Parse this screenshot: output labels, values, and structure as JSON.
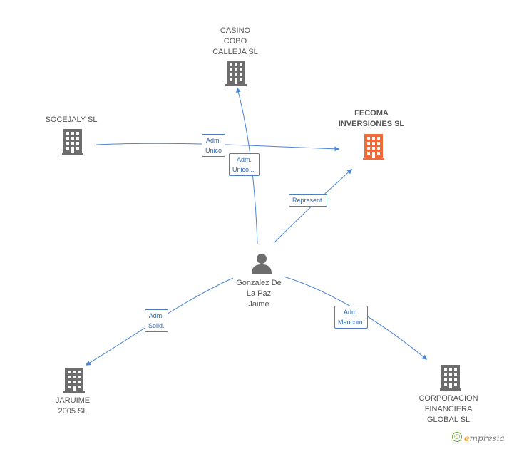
{
  "nodes": {
    "casino": {
      "label": "CASINO\nCOBO\nCALLEJA SL",
      "color": "#6d6d6d"
    },
    "socejaly": {
      "label": "SOCEJALY SL",
      "color": "#6d6d6d"
    },
    "fecoma": {
      "label": "FECOMA\nINVERSIONES SL",
      "color": "#f26a3a"
    },
    "person": {
      "label": "Gonzalez De\nLa Paz\nJaime",
      "color": "#6d6d6d"
    },
    "jaruime": {
      "label": "JARUIME\n2005 SL",
      "color": "#6d6d6d"
    },
    "corporacion": {
      "label": "CORPORACION\nFINANCIERA\nGLOBAL  SL",
      "color": "#6d6d6d"
    }
  },
  "edges": {
    "adm_unico_1": "Adm.\nUnico",
    "adm_unico_2": "Adm.\nUnico,...",
    "represent": "Represent.",
    "adm_solid": "Adm.\nSolid.",
    "adm_mancom": "Adm.\nMancom."
  },
  "colors": {
    "edge": "#4a85d4"
  },
  "footer": {
    "copyright": "©",
    "brand_initial": "e",
    "brand_rest": "mpresia"
  }
}
